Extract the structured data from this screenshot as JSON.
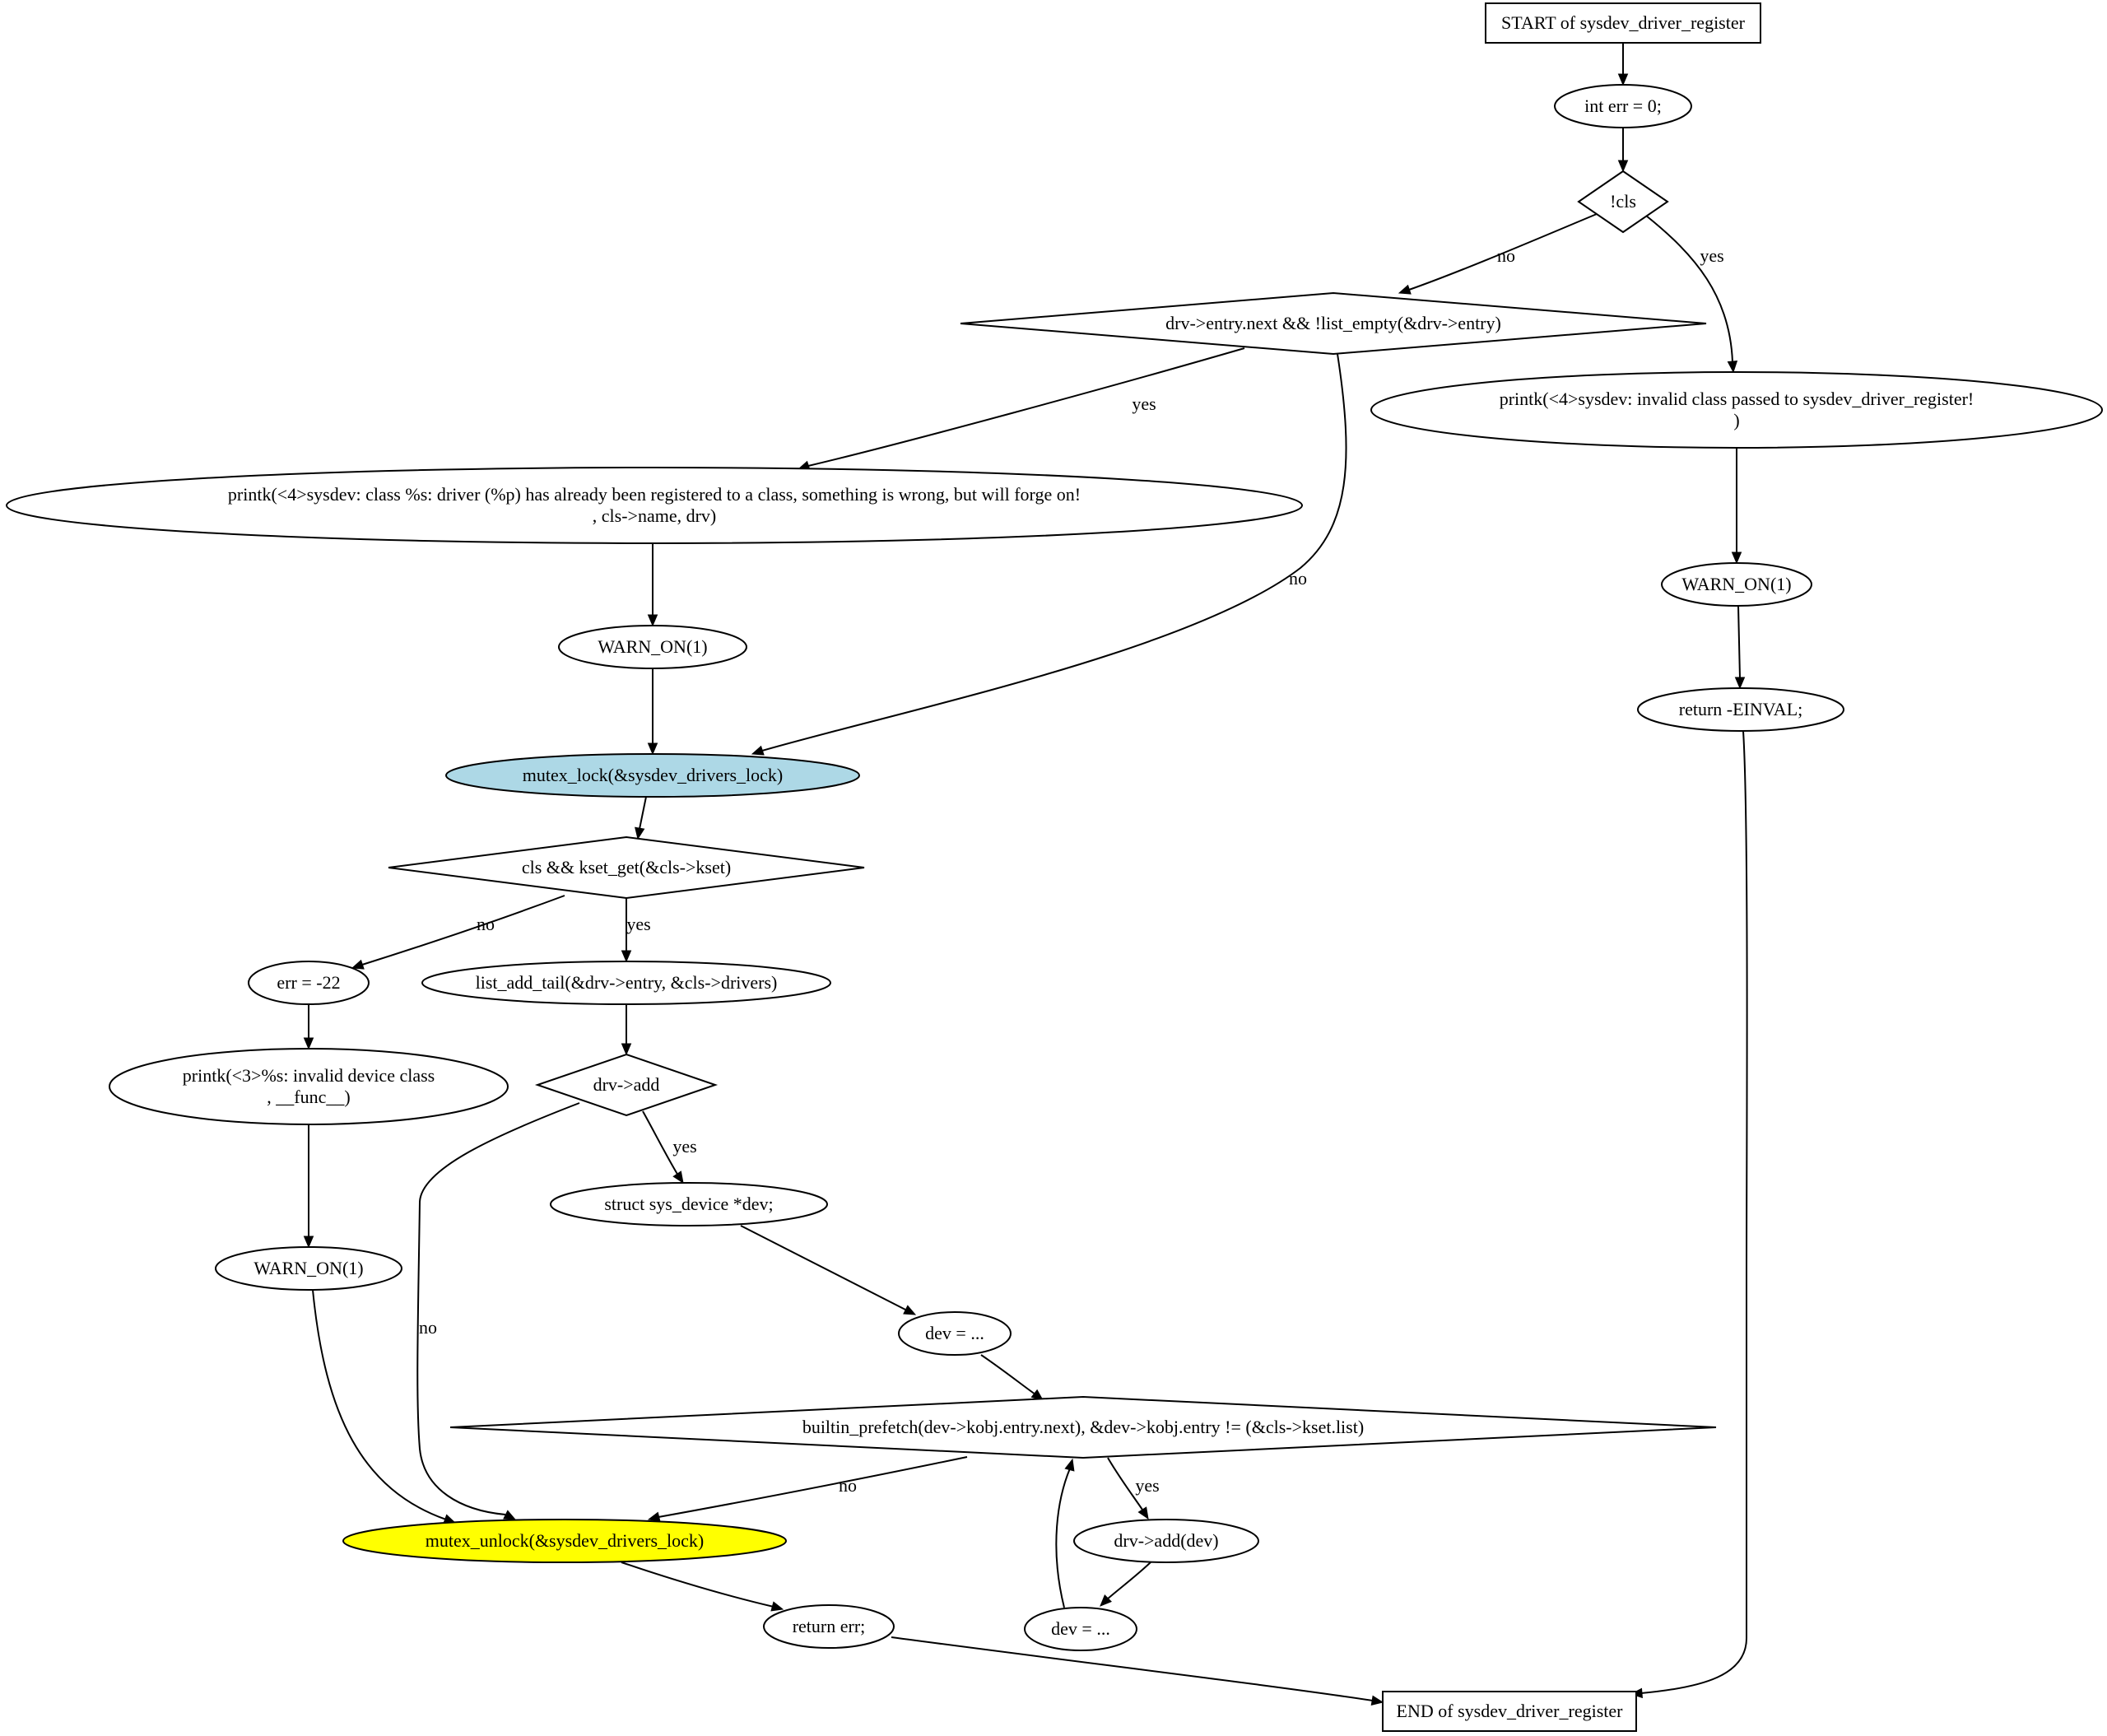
{
  "nodes": [
    {
      "id": "start",
      "shape": "box",
      "lines": [
        "START of sysdev_driver_register"
      ]
    },
    {
      "id": "init_err",
      "shape": "ellipse",
      "lines": [
        "int err = 0;"
      ]
    },
    {
      "id": "check_cls",
      "shape": "diamond",
      "lines": [
        "!cls"
      ]
    },
    {
      "id": "check_entry",
      "shape": "diamond",
      "lines": [
        "drv->entry.next && !list_empty(&drv->entry)"
      ]
    },
    {
      "id": "printk_invalid_class",
      "shape": "ellipse",
      "lines": [
        "printk(<4>sysdev: invalid class passed to sysdev_driver_register!",
        ")"
      ]
    },
    {
      "id": "printk_already_registered",
      "shape": "ellipse",
      "lines": [
        "printk(<4>sysdev: class %s: driver (%p) has already been registered to a class, something is wrong, but will forge on!",
        ", cls->name, drv)"
      ]
    },
    {
      "id": "warn_on_right",
      "shape": "ellipse",
      "lines": [
        "WARN_ON(1)"
      ]
    },
    {
      "id": "warn_on_mid",
      "shape": "ellipse",
      "lines": [
        "WARN_ON(1)"
      ]
    },
    {
      "id": "return_einval",
      "shape": "ellipse",
      "lines": [
        "return -EINVAL;"
      ]
    },
    {
      "id": "mutex_lock",
      "shape": "ellipse",
      "fill": "#add8e6",
      "lines": [
        "mutex_lock(&sysdev_drivers_lock)"
      ]
    },
    {
      "id": "check_kset",
      "shape": "diamond",
      "lines": [
        "cls && kset_get(&cls->kset)"
      ]
    },
    {
      "id": "err_assign",
      "shape": "ellipse",
      "lines": [
        "err = -22"
      ]
    },
    {
      "id": "list_add_tail",
      "shape": "ellipse",
      "lines": [
        "list_add_tail(&drv->entry, &cls->drivers)"
      ]
    },
    {
      "id": "printk_invalid_device",
      "shape": "ellipse",
      "lines": [
        "printk(<3>%s: invalid device class",
        ", __func__)"
      ]
    },
    {
      "id": "check_drv_add",
      "shape": "diamond",
      "lines": [
        "drv->add"
      ]
    },
    {
      "id": "decl_dev",
      "shape": "ellipse",
      "lines": [
        "struct sys_device *dev;"
      ]
    },
    {
      "id": "warn_on_left",
      "shape": "ellipse",
      "lines": [
        "WARN_ON(1)"
      ]
    },
    {
      "id": "dev_assign_1",
      "shape": "ellipse",
      "lines": [
        "dev = ..."
      ]
    },
    {
      "id": "loop_cond",
      "shape": "diamond",
      "lines": [
        "builtin_prefetch(dev->kobj.entry.next), &dev->kobj.entry != (&cls->kset.list)"
      ]
    },
    {
      "id": "mutex_unlock",
      "shape": "ellipse",
      "fill": "#ffff00",
      "lines": [
        "mutex_unlock(&sysdev_drivers_lock)"
      ]
    },
    {
      "id": "drv_add_dev",
      "shape": "ellipse",
      "lines": [
        "drv->add(dev)"
      ]
    },
    {
      "id": "return_err",
      "shape": "ellipse",
      "lines": [
        "return err;"
      ]
    },
    {
      "id": "dev_assign_2",
      "shape": "ellipse",
      "lines": [
        "dev = ..."
      ]
    },
    {
      "id": "end",
      "shape": "box",
      "lines": [
        "END of sysdev_driver_register"
      ]
    }
  ],
  "edges": [
    {
      "from": "start",
      "to": "init_err",
      "label": ""
    },
    {
      "from": "init_err",
      "to": "check_cls",
      "label": ""
    },
    {
      "from": "check_cls",
      "to": "check_entry",
      "label": "no"
    },
    {
      "from": "check_cls",
      "to": "printk_invalid_class",
      "label": "yes"
    },
    {
      "from": "check_entry",
      "to": "printk_already_registered",
      "label": "yes"
    },
    {
      "from": "check_entry",
      "to": "mutex_lock",
      "label": "no"
    },
    {
      "from": "printk_invalid_class",
      "to": "warn_on_right",
      "label": ""
    },
    {
      "from": "warn_on_right",
      "to": "return_einval",
      "label": ""
    },
    {
      "from": "return_einval",
      "to": "end",
      "label": ""
    },
    {
      "from": "printk_already_registered",
      "to": "warn_on_mid",
      "label": ""
    },
    {
      "from": "warn_on_mid",
      "to": "mutex_lock",
      "label": ""
    },
    {
      "from": "mutex_lock",
      "to": "check_kset",
      "label": ""
    },
    {
      "from": "check_kset",
      "to": "err_assign",
      "label": "no"
    },
    {
      "from": "check_kset",
      "to": "list_add_tail",
      "label": "yes"
    },
    {
      "from": "err_assign",
      "to": "printk_invalid_device",
      "label": ""
    },
    {
      "from": "printk_invalid_device",
      "to": "warn_on_left",
      "label": ""
    },
    {
      "from": "warn_on_left",
      "to": "mutex_unlock",
      "label": ""
    },
    {
      "from": "list_add_tail",
      "to": "check_drv_add",
      "label": ""
    },
    {
      "from": "check_drv_add",
      "to": "decl_dev",
      "label": "yes"
    },
    {
      "from": "check_drv_add",
      "to": "mutex_unlock",
      "label": "no"
    },
    {
      "from": "decl_dev",
      "to": "dev_assign_1",
      "label": ""
    },
    {
      "from": "dev_assign_1",
      "to": "loop_cond",
      "label": ""
    },
    {
      "from": "loop_cond",
      "to": "mutex_unlock",
      "label": "no"
    },
    {
      "from": "loop_cond",
      "to": "drv_add_dev",
      "label": "yes"
    },
    {
      "from": "drv_add_dev",
      "to": "dev_assign_2",
      "label": ""
    },
    {
      "from": "dev_assign_2",
      "to": "loop_cond",
      "label": ""
    },
    {
      "from": "mutex_unlock",
      "to": "return_err",
      "label": ""
    },
    {
      "from": "return_err",
      "to": "end",
      "label": ""
    }
  ]
}
